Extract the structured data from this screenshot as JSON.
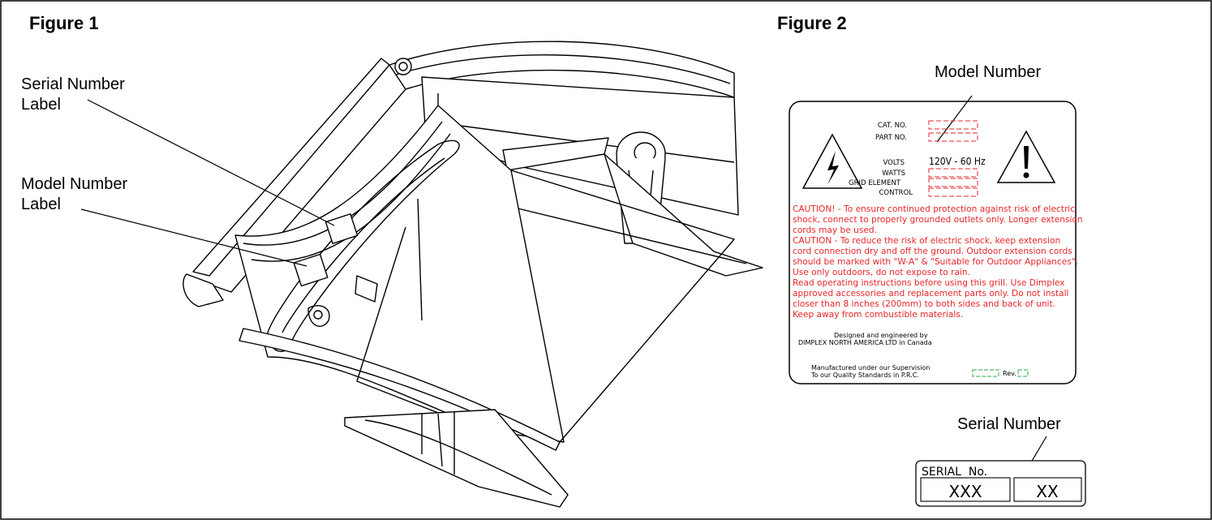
{
  "figure1": {
    "title": "Figure 1",
    "serial_callout": [
      "Serial Number",
      "Label"
    ],
    "model_callout": [
      "Model Number",
      "Label"
    ]
  },
  "figure2": {
    "title": "Figure 2",
    "model_number_callout": "Model Number",
    "serial_number_callout": "Serial Number",
    "rating_label": {
      "cat_no": "CAT. NO.",
      "part_no": "PART NO.",
      "volts_label": "VOLTS",
      "volts_value": "120V - 60 Hz",
      "watts_label": "WATTS",
      "grid_element_label": "GRID ELEMENT",
      "control_label": "CONTROL",
      "caution_lines": [
        "CAUTION! - To ensure continued protection against risk of electric",
        "shock, connect to properly grounded outlets only.  Longer extension",
        "cords may be used.",
        "CAUTION - To reduce the risk of electric shock, keep extension",
        "cord connection dry and off the ground.  Outdoor extension cords",
        "should be marked with \"W-A\" & \"Suitable for Outdoor Appliances\".",
        "Use only outdoors, do not expose to rain.",
        "Read operating instructions before using this grill.  Use Dimplex",
        "approved accessories and replacement parts only.  Do not install",
        "closer than 8 inches (200mm) to both sides and back of unit.",
        "Keep away from combustible materials."
      ],
      "designed_line1": "Designed and engineered by",
      "designed_line2": "DIMPLEX NORTH AMERICA LTD in Canada",
      "manufactured_line1": "Manufactured under our Supervision",
      "manufactured_line2": "To our Quality Standards in P.R.C.",
      "rev_label": "Rev."
    },
    "serial_label": {
      "title": "SERIAL  No.",
      "field1": "XXX",
      "field2": "XX"
    }
  },
  "colors": {
    "line": "#000000",
    "caution_red": "#e8262a",
    "placeholder_red": "#e8262a",
    "placeholder_green": "#2fa84f"
  }
}
